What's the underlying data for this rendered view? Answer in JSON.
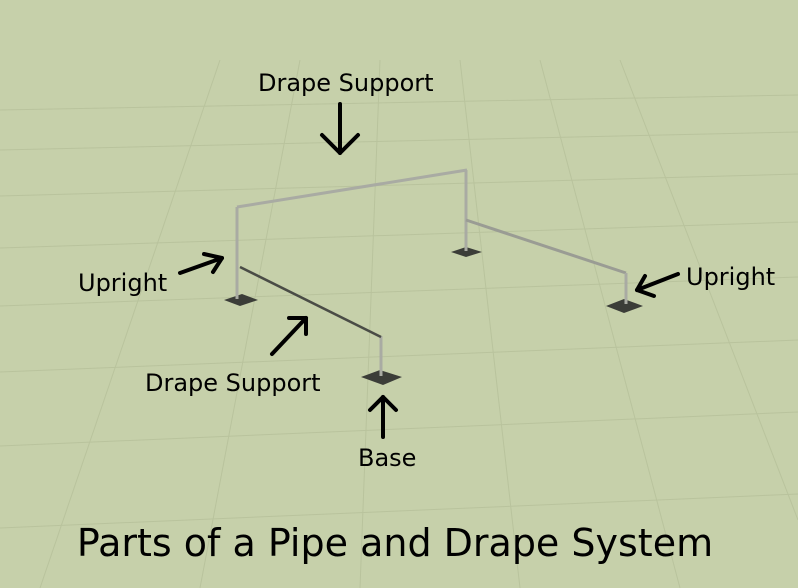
{
  "title": "Parts of a Pipe and Drape System",
  "labels": {
    "top_drape_support": "Drape Support",
    "left_upright": "Upright",
    "right_upright": "Upright",
    "front_drape_support": "Drape Support",
    "base": "Base"
  },
  "colors": {
    "background": "#c6d0aa",
    "grid": "#b9c39d",
    "pipe_light": "#a9aba3",
    "pipe_dark": "#5f615a",
    "base_plate": "#3b3d38",
    "arrow": "#000000"
  }
}
